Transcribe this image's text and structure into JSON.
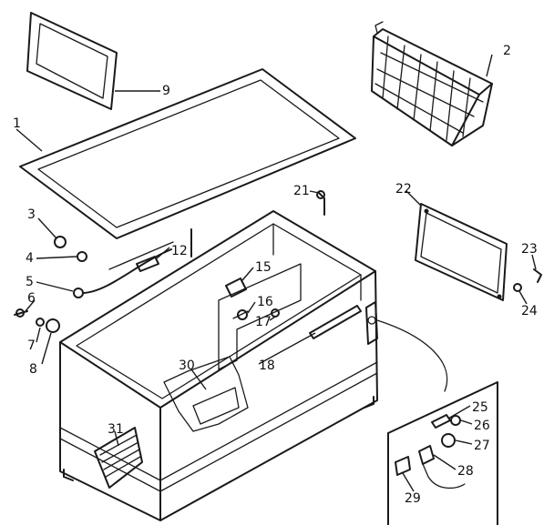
{
  "diagram": {
    "callouts": [
      {
        "id": "1",
        "label": "1"
      },
      {
        "id": "2",
        "label": "2"
      },
      {
        "id": "3",
        "label": "3"
      },
      {
        "id": "4",
        "label": "4"
      },
      {
        "id": "5",
        "label": "5"
      },
      {
        "id": "6",
        "label": "6"
      },
      {
        "id": "7",
        "label": "7"
      },
      {
        "id": "8",
        "label": "8"
      },
      {
        "id": "9",
        "label": "9"
      },
      {
        "id": "12",
        "label": "12"
      },
      {
        "id": "15",
        "label": "15"
      },
      {
        "id": "16",
        "label": "16"
      },
      {
        "id": "17",
        "label": "17"
      },
      {
        "id": "18",
        "label": "18"
      },
      {
        "id": "21",
        "label": "21"
      },
      {
        "id": "22",
        "label": "22"
      },
      {
        "id": "23",
        "label": "23"
      },
      {
        "id": "24",
        "label": "24"
      },
      {
        "id": "25",
        "label": "25"
      },
      {
        "id": "26",
        "label": "26"
      },
      {
        "id": "27",
        "label": "27"
      },
      {
        "id": "28",
        "label": "28"
      },
      {
        "id": "29",
        "label": "29"
      },
      {
        "id": "30",
        "label": "30"
      },
      {
        "id": "31",
        "label": "31"
      }
    ]
  }
}
